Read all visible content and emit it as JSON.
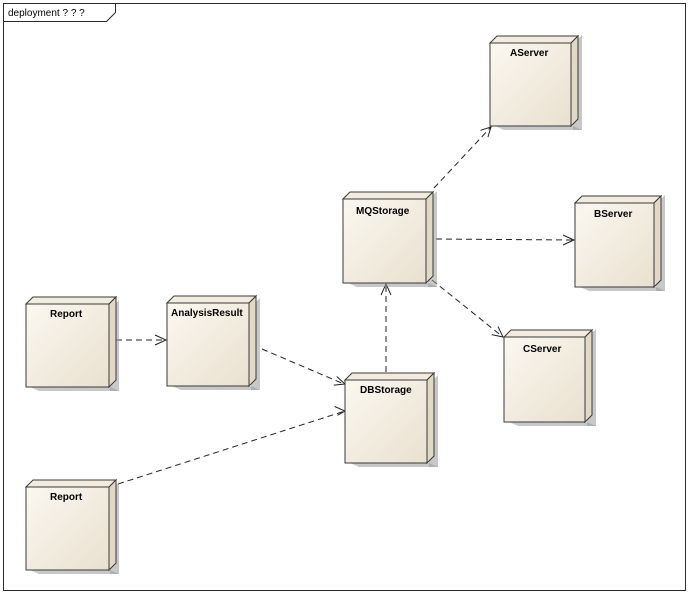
{
  "diagram": {
    "frame_title": "deployment ? ? ?"
  },
  "nodes": {
    "report_top": {
      "label": "Report"
    },
    "report_bottom": {
      "label": "Report"
    },
    "analysis_result": {
      "label": "AnalysisResult"
    },
    "db_storage": {
      "label": "DBStorage"
    },
    "mq_storage": {
      "label": "MQStorage"
    },
    "a_server": {
      "label": "AServer"
    },
    "b_server": {
      "label": "BServer"
    },
    "c_server": {
      "label": "CServer"
    }
  },
  "dependencies": [
    {
      "from": "Report",
      "to": "AnalysisResult"
    },
    {
      "from": "Report",
      "to": "DBStorage"
    },
    {
      "from": "AnalysisResult",
      "to": "DBStorage"
    },
    {
      "from": "DBStorage",
      "to": "MQStorage"
    },
    {
      "from": "MQStorage",
      "to": "AServer"
    },
    {
      "from": "MQStorage",
      "to": "BServer"
    },
    {
      "from": "MQStorage",
      "to": "CServer"
    }
  ],
  "colors": {
    "node_fill_light": "#fbf8f1",
    "node_fill_dark": "#e9e0cf",
    "line": "#222222"
  }
}
